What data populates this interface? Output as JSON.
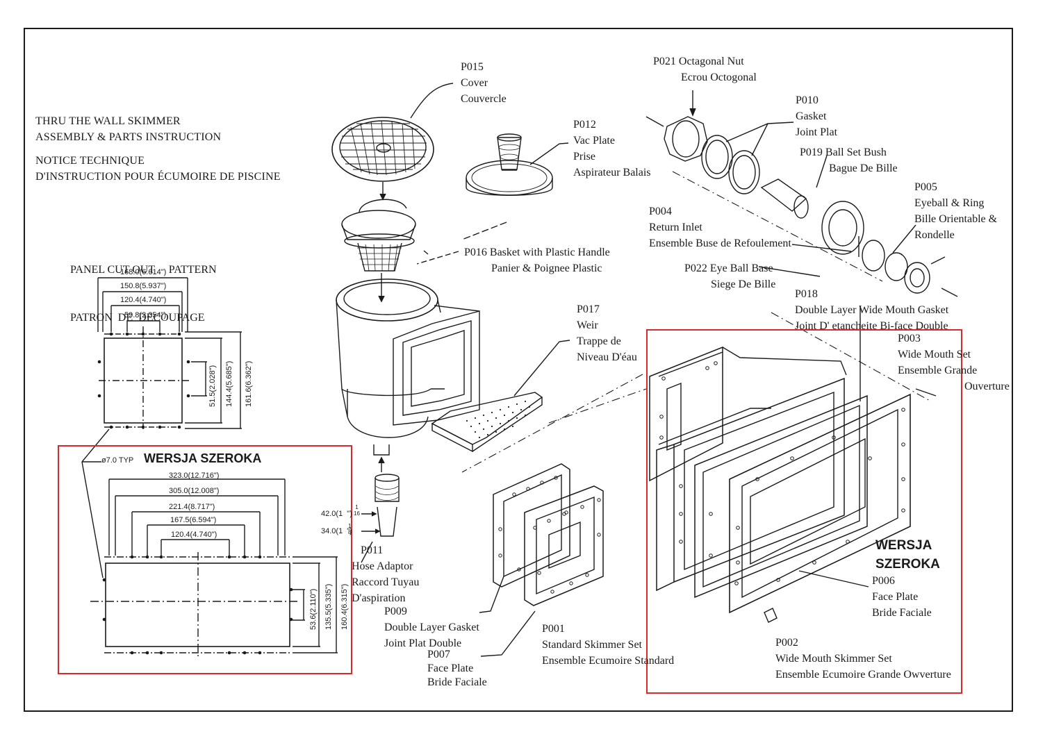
{
  "title": {
    "en_line1": "THRU THE WALL SKIMMER",
    "en_line2": "ASSEMBLY & PARTS INSTRUCTION",
    "fr_line1": "NOTICE TECHNIQUE",
    "fr_line2": "D'INSTRUCTION POUR ÉCUMOIRE DE PISCINE"
  },
  "cutout": {
    "line1": "PANEL CUT OUT     PATTERN",
    "line2": "PATRON  DE  DECOUPAGE",
    "standard_dims": {
      "w1": "168.0(6.614\")",
      "w2": "150.8(5.937\")",
      "w3": "120.4(4.740\")",
      "w4": "59.8(2.354\")",
      "h1": "51.5(2.028\")",
      "h2": "144.4(5.685\")",
      "h3": "161.6(6.362\")"
    },
    "typ": "ø7.0  TYP",
    "wide_label": "WERSJA SZEROKA",
    "wide_dims": {
      "w1": "323.0(12.716\")",
      "w2": "305.0(12.008\")",
      "w3": "221.4(8.717\")",
      "w4": "167.5(6.594\")",
      "w5": "120.4(4.740\")",
      "h1": "53.6(2.110\")",
      "h2": "135.5(5.335\")",
      "h3": "160.4(6.315\")"
    }
  },
  "hose_dims": {
    "d1": "42.0(1  \")",
    "d2": "34.0(1  \")",
    "frac1_num": "1",
    "frac1_den": "16",
    "frac2_num": "1",
    "frac2_den": "8"
  },
  "parts": {
    "p015": [
      "P015",
      "Cover",
      "Couvercle"
    ],
    "p012": [
      "P012",
      "Vac Plate",
      "Prise",
      "Aspirateur Balais"
    ],
    "p021": [
      "P021 Octagonal Nut",
      "Ecrou Octogonal"
    ],
    "p010": [
      "P010",
      "Gasket",
      "Joint Plat"
    ],
    "p019": [
      "P019 Ball Set Bush",
      "Bague De Bille"
    ],
    "p005": [
      "P005",
      "Eyeball & Ring",
      "Bille Orientable &",
      "Rondelle"
    ],
    "p004": [
      "P004",
      "Return Inlet",
      "Ensemble Buse de Refoulement"
    ],
    "p016": [
      "P016 Basket with Plastic Handle",
      "Panier & Poignee Plastic"
    ],
    "p022": [
      "P022 Eye Ball Base",
      "Siege De Bille"
    ],
    "p018": [
      "P018",
      "Double Layer Wide Mouth Gasket",
      "Joint D' etancheite Bi-face Double"
    ],
    "p017": [
      "P017",
      "Weir",
      "Trappe de",
      "Niveau D'éau"
    ],
    "p003": [
      "P003",
      "Wide Mouth Set",
      "Ensemble Grande",
      "Ouverture"
    ],
    "p011": [
      "P011",
      "Hose Adaptor",
      "Raccord Tuyau",
      "D'aspiration"
    ],
    "p009": [
      "P009",
      "Double Layer Gasket",
      "Joint Plat Double"
    ],
    "p007": [
      "P007",
      "Face Plate",
      "Bride Faciale"
    ],
    "p001": [
      "P001",
      "Standard Skimmer Set",
      "Ensemble Ecumoire Standard"
    ],
    "p006": [
      "P006",
      "Face Plate",
      "Bride Faciale"
    ],
    "p002": [
      "P002",
      "Wide Mouth Skimmer Set",
      "Ensemble Ecumoire Grande Owverture"
    ]
  },
  "wersja_right": [
    "WERSJA",
    "SZEROKA"
  ],
  "colors": {
    "highlight": "#d62b2b",
    "ink": "#1a1a1a"
  }
}
